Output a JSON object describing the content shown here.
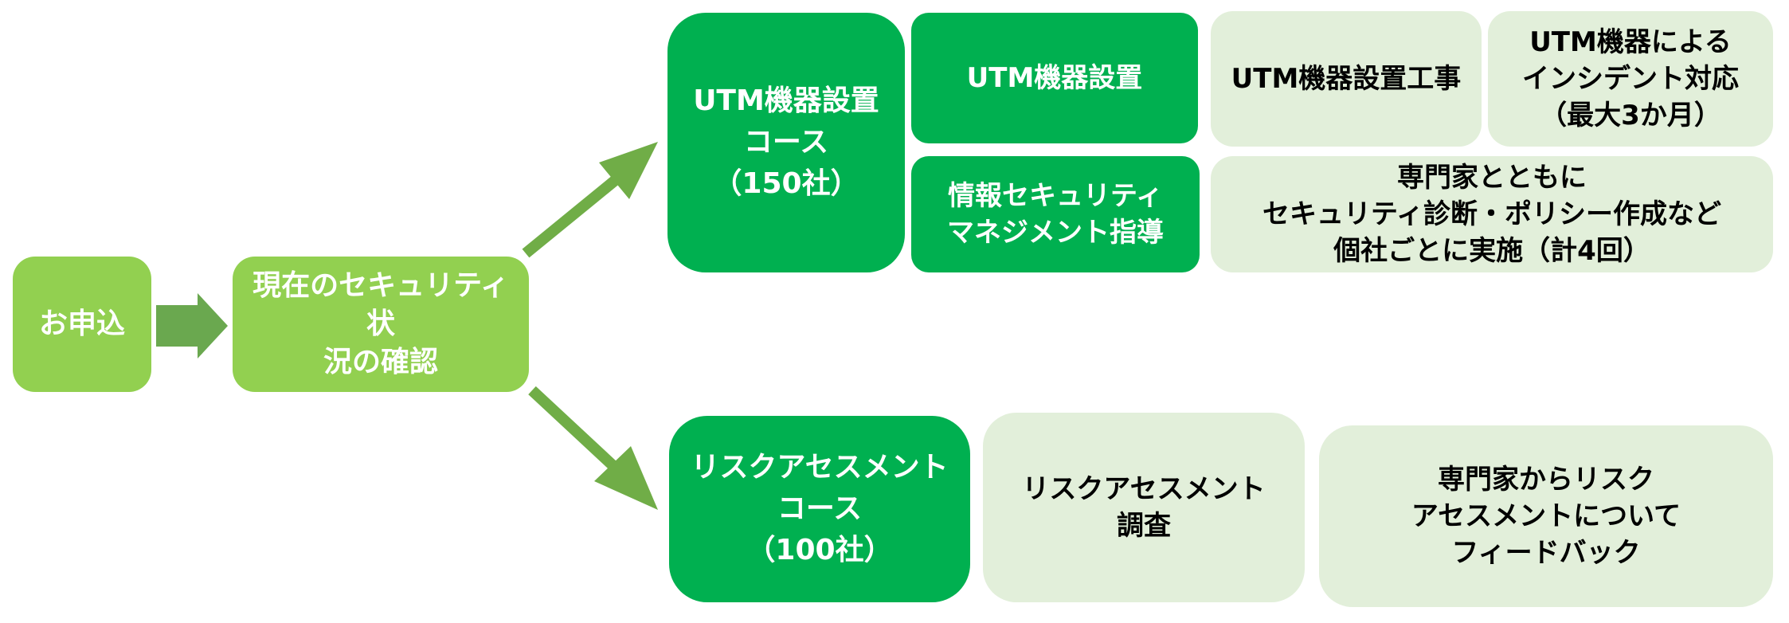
{
  "colors": {
    "lime": "#92d050",
    "green": "#00b050",
    "pale_green": "#e2efda",
    "arrow": "#70ad47",
    "dark_arrow": "#6aa84f"
  },
  "flow": {
    "apply": "お申込",
    "check": "現在のセキュリティ状\n況の確認"
  },
  "utm_course": {
    "title": "UTM機器設置\nコース\n（150社）",
    "install": "UTM機器設置",
    "install_work": "UTM機器設置工事",
    "incident": "UTM機器による\nインシデント対応\n（最大3か月）",
    "guidance": "情報セキュリティ\nマネジメント指導",
    "guidance_detail": "専門家とともに\nセキュリティ診断・ポリシー作成など\n個社ごとに実施（計4回）"
  },
  "risk_course": {
    "title": "リスクアセスメント\nコース\n（100社）",
    "survey": "リスクアセスメント\n調査",
    "feedback": "専門家からリスク\nアセスメントについて\nフィードバック"
  }
}
